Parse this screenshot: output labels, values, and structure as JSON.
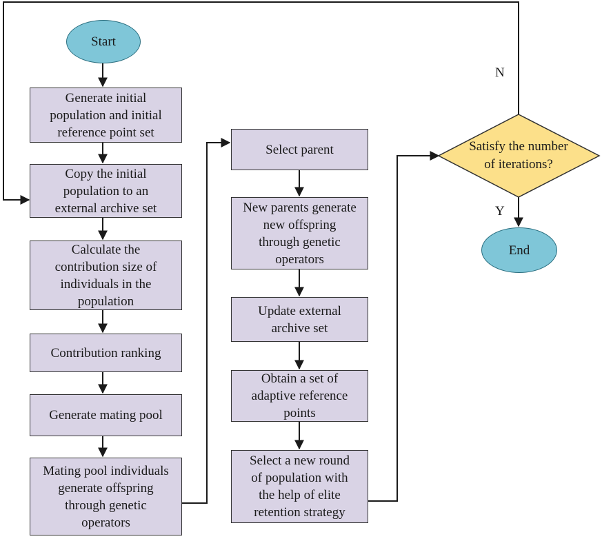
{
  "start": "Start",
  "end": "End",
  "left_column": [
    "Generate initial\npopulation and initial\nreference point set",
    "Copy the initial\npopulation to an\nexternal archive set",
    "Calculate the\ncontribution size of\nindividuals in the\npopulation",
    "Contribution ranking",
    "Generate mating pool",
    "Mating pool individuals\ngenerate offspring\nthrough genetic\noperators"
  ],
  "middle_column": [
    "Select parent",
    "New parents generate\nnew offspring\nthrough genetic\noperators",
    "Update external\narchive set",
    "Obtain a set of\nadaptive reference\npoints",
    "Select a new round\nof population with\nthe help of elite\nretention strategy"
  ],
  "decision": "Satisfy the number\nof iterations?",
  "branch_no": "N",
  "branch_yes": "Y",
  "colors": {
    "box_fill": "#d9d3e5",
    "terminal_fill": "#7fc6d8",
    "decision_fill": "#fce08a",
    "line": "#1a1a1a"
  }
}
